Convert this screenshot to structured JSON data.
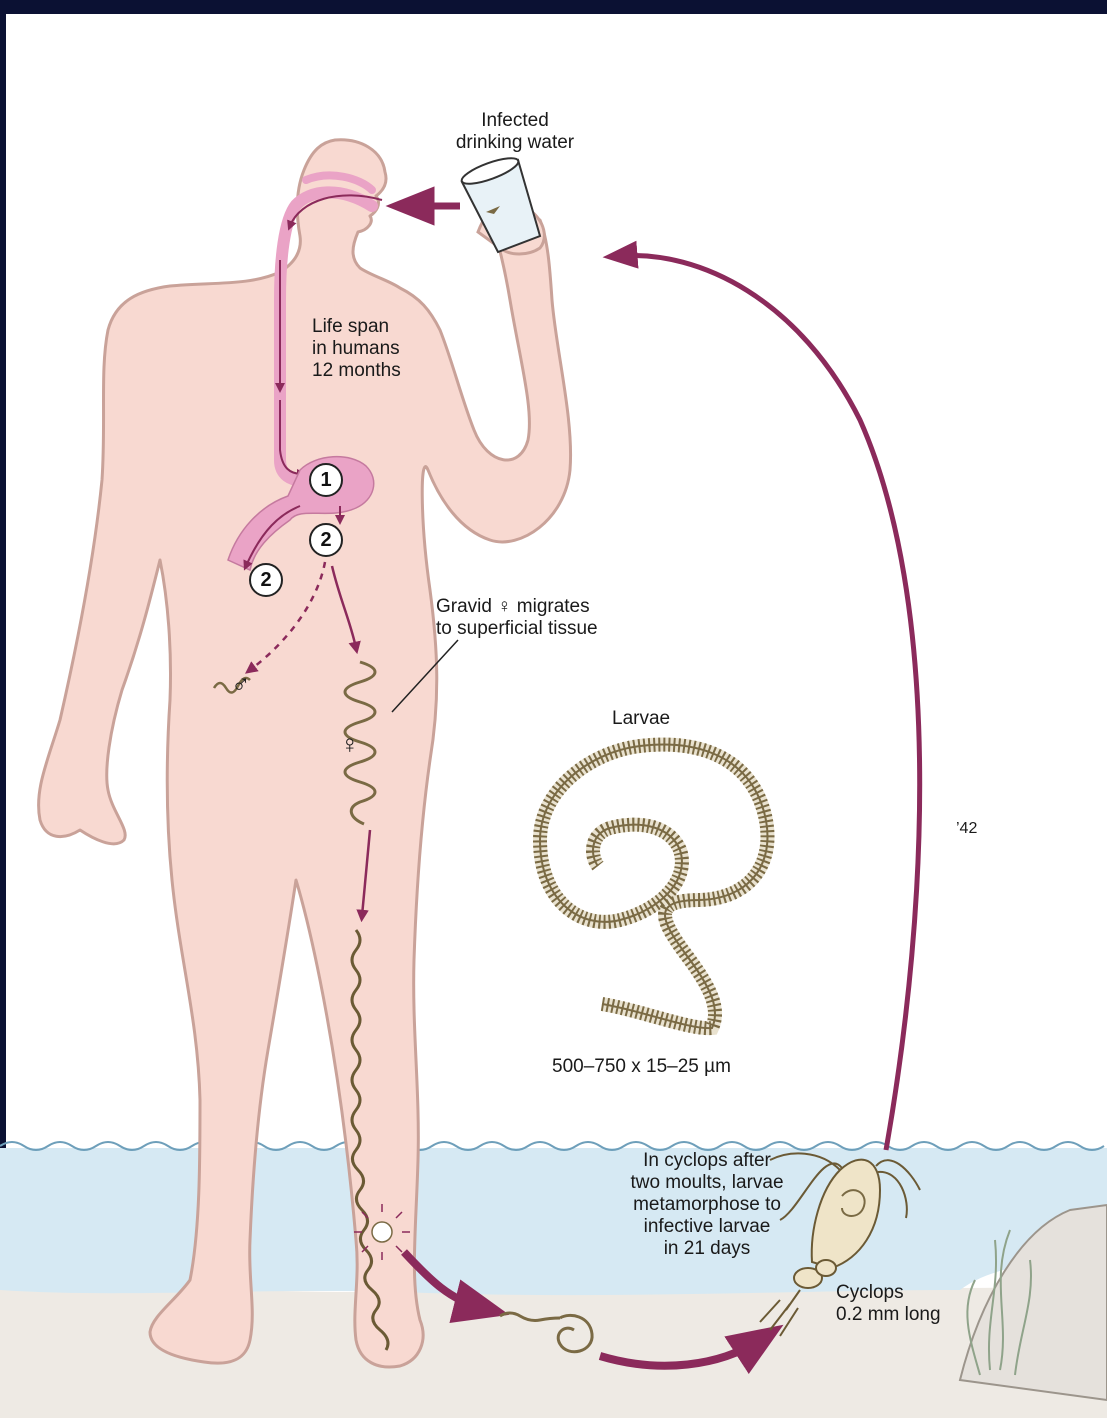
{
  "colors": {
    "frame": "#0b1133",
    "body_skin": "#f8d9d1",
    "body_outline": "#c9a299",
    "gut": "#eaa3c6",
    "arrow": "#8b2a5b",
    "water": "#d6e9f3",
    "sand": "#eeeae4",
    "worm": "#7a6a44"
  },
  "labels": {
    "infected_water": "Infected\ndrinking water",
    "life_span": "Life span\nin humans\n12 months",
    "gravid": "Gravid ♀ migrates\nto superficial tissue",
    "larvae_title": "Larvae",
    "larvae_size": "500–750 x 15–25 µm",
    "cyclops_note": "In cyclops after\ntwo moults, larvae\nmetamorphose to\ninfective larvae\nin 21 days",
    "cyclops_size": "Cyclops\n0.2 mm long",
    "page_number": "’42"
  },
  "markers": {
    "stage_1": "1",
    "stage_2a": "2",
    "stage_2b": "2",
    "male_symbol": "♂",
    "female_symbol": "♀"
  }
}
